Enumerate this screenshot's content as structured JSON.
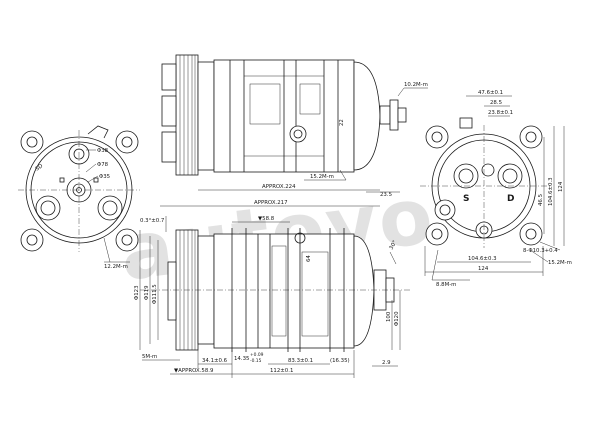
{
  "watermark": "autoyo",
  "port_labels": {
    "suction": "S",
    "discharge": "D"
  },
  "top_view": {
    "bolt_m10": "10.2M-m",
    "approx_224": "APPROX.224",
    "m15": "15.2M-m",
    "v23_5": "23.5",
    "v22": "22"
  },
  "front_view": {
    "d38": "Φ38",
    "d78": "Φ78",
    "d35": "Φ35",
    "m12": "12.2M-m"
  },
  "side_view": {
    "approx_217": "APPROX.217",
    "angle": "0.3°±0.7",
    "v58_8": "▼58.8",
    "d123": "Φ123",
    "d119": "Φ119",
    "d111_5": "Φ111.5",
    "m5": "5M-m",
    "v34": "34.1±0.6",
    "v14_35": "14.35",
    "tol_up": "+0.09",
    "tol_dn": "-0.15",
    "v83_3": "83.3±0.1",
    "v16_35": "(16.35)",
    "v112": "112±0.1",
    "v2_9": "2.9",
    "approx_58_9": "▼APPROX.58.9",
    "v64": "64",
    "v100": "100",
    "v120": "Φ120",
    "v30": "30°"
  },
  "rear_view": {
    "v47_6": "47.6±0.1",
    "v28_5": "28.5",
    "v23_8": "23.8±0.1",
    "v104_6": "104.6±0.3",
    "v124": "124",
    "v46_5": "46.5",
    "v8_d10_3": "8-Φ10.3+0.4",
    "v104_6b": "104.6±0.3",
    "v124b": "124",
    "v15_m": "15.2M-m",
    "v8_8": "8.8M-m"
  }
}
